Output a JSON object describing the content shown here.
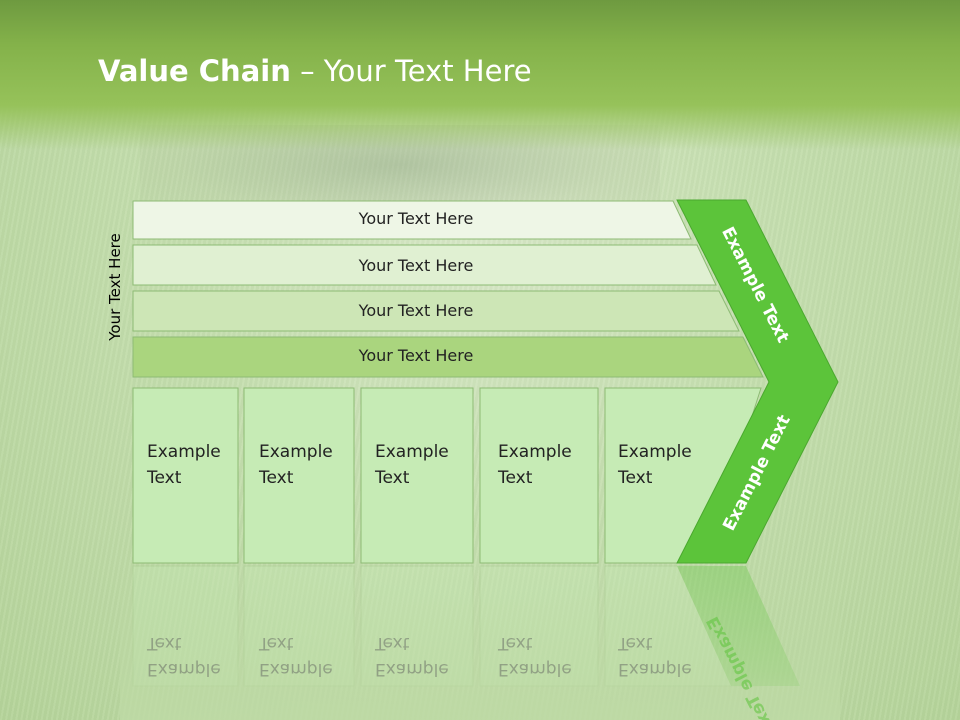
{
  "title": {
    "bold": "Value Chain",
    "rest": " – Your Text Here"
  },
  "vertical_label": "Your Text Here",
  "rows": [
    {
      "label": "Your Text Here"
    },
    {
      "label": "Your Text Here"
    },
    {
      "label": "Your Text Here"
    },
    {
      "label": "Your Text Here"
    }
  ],
  "columns": [
    {
      "line1": "Example",
      "line2": "Text"
    },
    {
      "line1": "Example",
      "line2": "Text"
    },
    {
      "line1": "Example",
      "line2": "Text"
    },
    {
      "line1": "Example",
      "line2": "Text"
    },
    {
      "line1": "Example",
      "line2": "Text"
    }
  ],
  "chevron": {
    "upper_label": "Example Text",
    "lower_label": "Example Text"
  },
  "colors": {
    "header_green": "#84b24a",
    "chevron_green": "#5cc43a",
    "cell_fill": "#c6ebb5",
    "row_fills": [
      "#eef6e6",
      "#e0f0d2",
      "#cde6b6",
      "#aad57e"
    ]
  }
}
